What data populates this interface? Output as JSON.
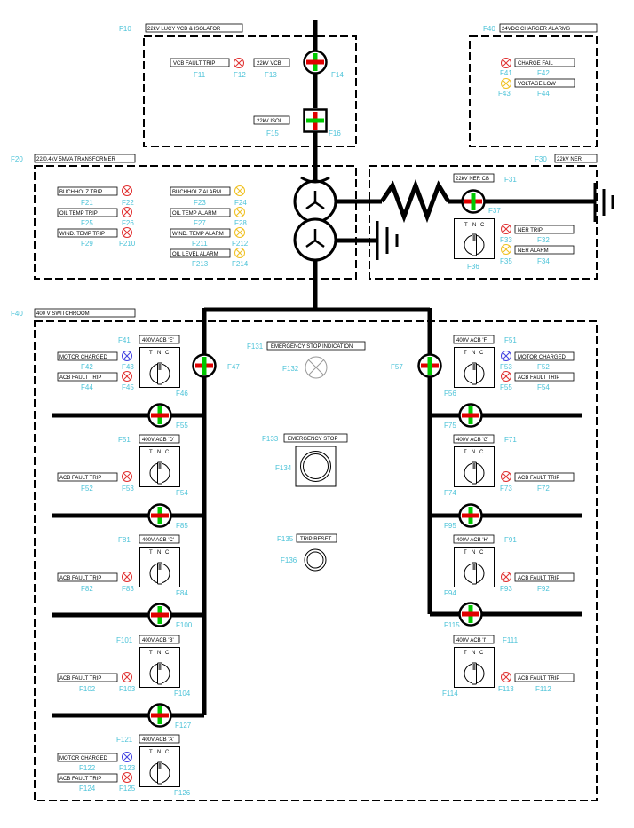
{
  "colors": {
    "line": "#000000",
    "closed": "#00c800",
    "open": "#e00000",
    "fault_lamp": "#e03030",
    "alarm_lamp": "#f0c020",
    "status_lamp": "#4040e0",
    "lamp_off": "#bbbbbb",
    "f_label": "#4dc3d8"
  },
  "selector": {
    "t": "T",
    "n": "N",
    "c": "C"
  },
  "sections": {
    "lucy": {
      "title": "22kV LUCY VCB & ISOLATOR",
      "flabel": "F10"
    },
    "charger": {
      "title": "24VDC CHARGER ALARMS",
      "flabel": "F40"
    },
    "transformer": {
      "title": "22/0.4kV 5MVA TRANSFORMER",
      "flabel": "F20"
    },
    "ner": {
      "title": "22kV NER",
      "flabel": "F30"
    },
    "switchroom": {
      "title": "400 V SWITCHROOM",
      "flabel": "F40"
    }
  },
  "lucy": {
    "vcb_fault_trip": "VCB FAULT TRIP",
    "vcb_fault_trip_f": "F11",
    "lamp_f": "F12",
    "vcb": "22kV VCB",
    "vcb_f": "F13",
    "vcb_sw_f": "F14",
    "isol": "22kV ISOL",
    "isol_f": "F15",
    "isol_sw_f": "F16"
  },
  "charger": {
    "charge_fail": "CHARGE FAIL",
    "charge_fail_f": "F42",
    "charge_lamp_f": "F41",
    "voltage_low": "VOLTAGE LOW",
    "voltage_low_f": "F44",
    "voltage_lamp_f": "F43"
  },
  "transformer": {
    "buchholz_trip": "BUCHHOLZ TRIP",
    "buchholz_trip_f": "F21",
    "buchholz_trip_lamp_f": "F22",
    "oil_temp_trip": "OIL TEMP TRIP",
    "oil_temp_trip_f": "F25",
    "oil_temp_trip_lamp_f": "F26",
    "wind_temp_trip": "WIND. TEMP TRIP",
    "wind_temp_trip_f": "F29",
    "wind_temp_trip_lamp_f": "F210",
    "buchholz_alarm": "BUCHHOLZ ALARM",
    "buchholz_alarm_f": "F23",
    "buchholz_alarm_lamp_f": "F24",
    "oil_temp_alarm": "OIL TEMP ALARM",
    "oil_temp_alarm_f": "F27",
    "oil_temp_alarm_lamp_f": "F28",
    "wind_temp_alarm": "WIND. TEMP ALARM",
    "wind_temp_alarm_f": "F211",
    "wind_temp_alarm_lamp_f": "F212",
    "oil_level_alarm": "OIL LEVEL ALARM",
    "oil_level_alarm_f": "F213",
    "oil_level_alarm_lamp_f": "F214"
  },
  "ner": {
    "cb": "22kV NER CB",
    "cb_f": "F31",
    "cb_sw_f": "F37",
    "selector_f": "F36",
    "trip": "NER TRIP",
    "trip_f": "F32",
    "trip_lamp_f": "F33",
    "alarm": "NER ALARM",
    "alarm_f": "F34",
    "alarm_lamp_f": "F35"
  },
  "center": {
    "estop_indication": "EMERGENCY STOP INDICATION",
    "estop_indication_f": "F131",
    "estop_lamp_f": "F132",
    "estop": "EMERGENCY STOP",
    "estop_f": "F133",
    "estop_btn_f": "F134",
    "trip_reset": "TRIP RESET",
    "trip_reset_f": "F135",
    "trip_reset_btn_f": "F136"
  },
  "breakers": {
    "e": {
      "name": "400V ACB 'E'",
      "name_f": "F41",
      "motor": "MOTOR CHARGED",
      "motor_f": "F42",
      "motor_lamp_f": "F43",
      "fault": "ACB FAULT TRIP",
      "fault_f": "F44",
      "fault_lamp_f": "F45",
      "sel_f": "F46",
      "sw_f": "F47",
      "bus_sw_f": "F55"
    },
    "d": {
      "name": "400V ACB 'D'",
      "name_f": "F51",
      "fault": "ACB FAULT TRIP",
      "fault_f": "F52",
      "fault_lamp_f": "F53",
      "sel_f": "F54",
      "bus_sw_f": "F85"
    },
    "c": {
      "name": "400V ACB 'C'",
      "name_f": "F81",
      "fault": "ACB FAULT TRIP",
      "fault_f": "F82",
      "fault_lamp_f": "F83",
      "sel_f": "F84",
      "bus_sw_f": "F100"
    },
    "b": {
      "name": "400V ACB 'B'",
      "name_f": "F101",
      "fault": "ACB FAULT TRIP",
      "fault_f": "F102",
      "fault_lamp_f": "F103",
      "sel_f": "F104",
      "bus_sw_f": "F127"
    },
    "a": {
      "name": "400V ACB 'A'",
      "name_f": "F121",
      "motor": "MOTOR CHARGED",
      "motor_f": "F122",
      "motor_lamp_f": "F123",
      "fault": "ACB FAULT TRIP",
      "fault_f": "F124",
      "fault_lamp_f": "F125",
      "sel_f": "F126"
    },
    "f": {
      "name": "400V ACB 'F'",
      "name_f": "F51",
      "motor": "MOTOR CHARGED",
      "motor_f": "F52",
      "motor_lamp_f": "F53",
      "fault": "ACB FAULT TRIP",
      "fault_f": "F54",
      "fault_lamp_f": "F55",
      "sel_f": "F56",
      "sw_f": "F57",
      "bus_sw_f": "F75"
    },
    "g": {
      "name": "400V ACB 'G'",
      "name_f": "F71",
      "fault": "ACB FAULT TRIP",
      "fault_f": "F72",
      "fault_lamp_f": "F73",
      "sel_f": "F74",
      "bus_sw_f": "F95"
    },
    "h": {
      "name": "400V ACB 'H'",
      "name_f": "F91",
      "fault": "ACB FAULT TRIP",
      "fault_f": "F92",
      "fault_lamp_f": "F93",
      "sel_f": "F94",
      "bus_sw_f": "F115"
    },
    "i": {
      "name": "400V ACB 'I'",
      "name_f": "F111",
      "fault": "ACB FAULT TRIP",
      "fault_f": "F112",
      "fault_lamp_f": "F113",
      "sel_f": "F114"
    }
  }
}
